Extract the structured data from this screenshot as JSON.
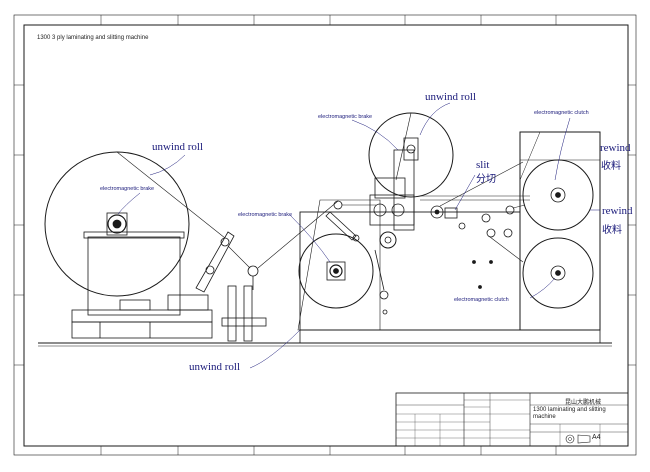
{
  "drawing_title": "1300 3 ply laminating and slitting machine",
  "labels": {
    "unwind_roll_left": "unwind roll",
    "unwind_roll_top": "unwind roll",
    "unwind_roll_bottom": "unwind roll",
    "brake_left": "electromagnetic brake",
    "brake_middle": "electromagnetic brake",
    "brake_top": "electromagnetic brake",
    "clutch_top": "electromagnetic clutch",
    "clutch_bottom": "electromagnetic clutch",
    "slit": "slit",
    "slit_cn": "分切",
    "rewind_1": "rewind",
    "rewind_1_cn": "收料",
    "rewind_2": "rewind",
    "rewind_2_cn": "收料"
  },
  "title_block": {
    "company": "昆山大鹏机械",
    "title": "1300 laminating and slitting machine",
    "sheet_size": "A4"
  },
  "colors": {
    "line": "#1a1a1a",
    "label": "#1a1a7a"
  }
}
